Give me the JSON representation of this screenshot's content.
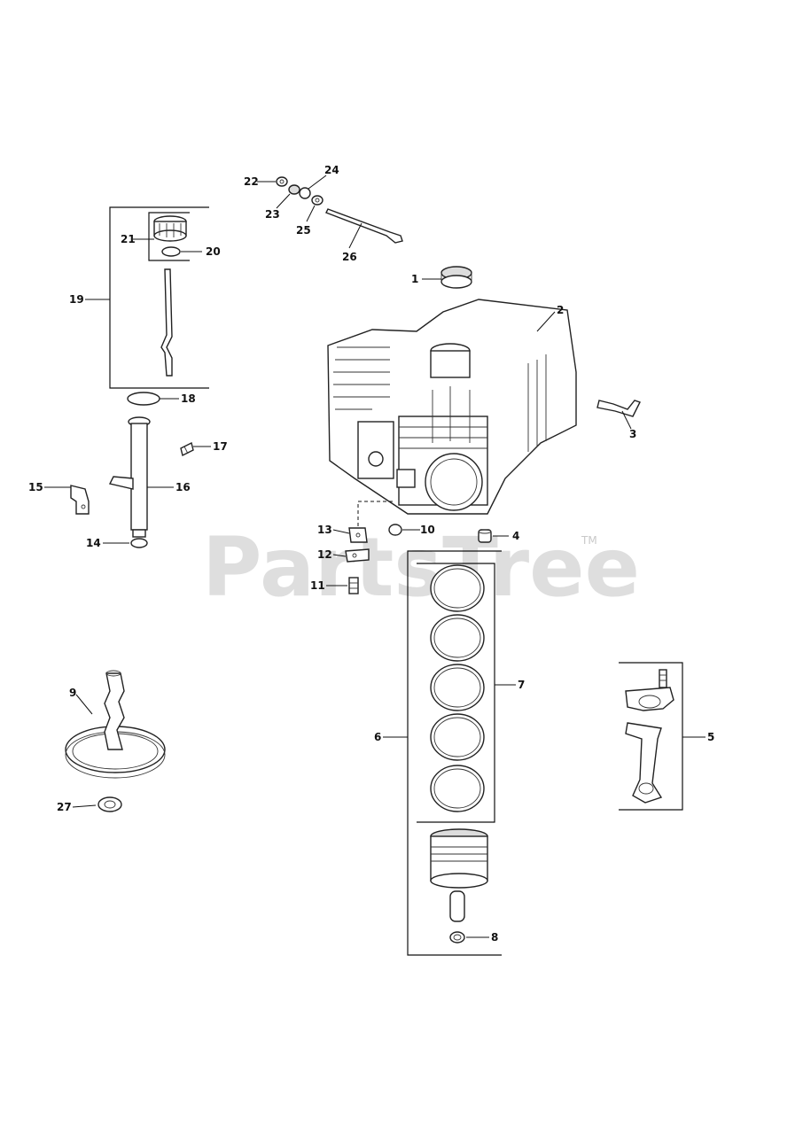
{
  "callouts": {
    "c1": "1",
    "c2": "2",
    "c3": "3",
    "c4": "4",
    "c5": "5",
    "c6": "6",
    "c7": "7",
    "c8": "8",
    "c9": "9",
    "c10": "10",
    "c11": "11",
    "c12": "12",
    "c13": "13",
    "c14": "14",
    "c15": "15",
    "c16": "16",
    "c17": "17",
    "c18": "18",
    "c19": "19",
    "c20": "20",
    "c21": "21",
    "c22": "22",
    "c23": "23",
    "c24": "24",
    "c25": "25",
    "c26": "26",
    "c27": "27"
  },
  "watermark": {
    "text": "PartsTree",
    "tm": "TM"
  }
}
